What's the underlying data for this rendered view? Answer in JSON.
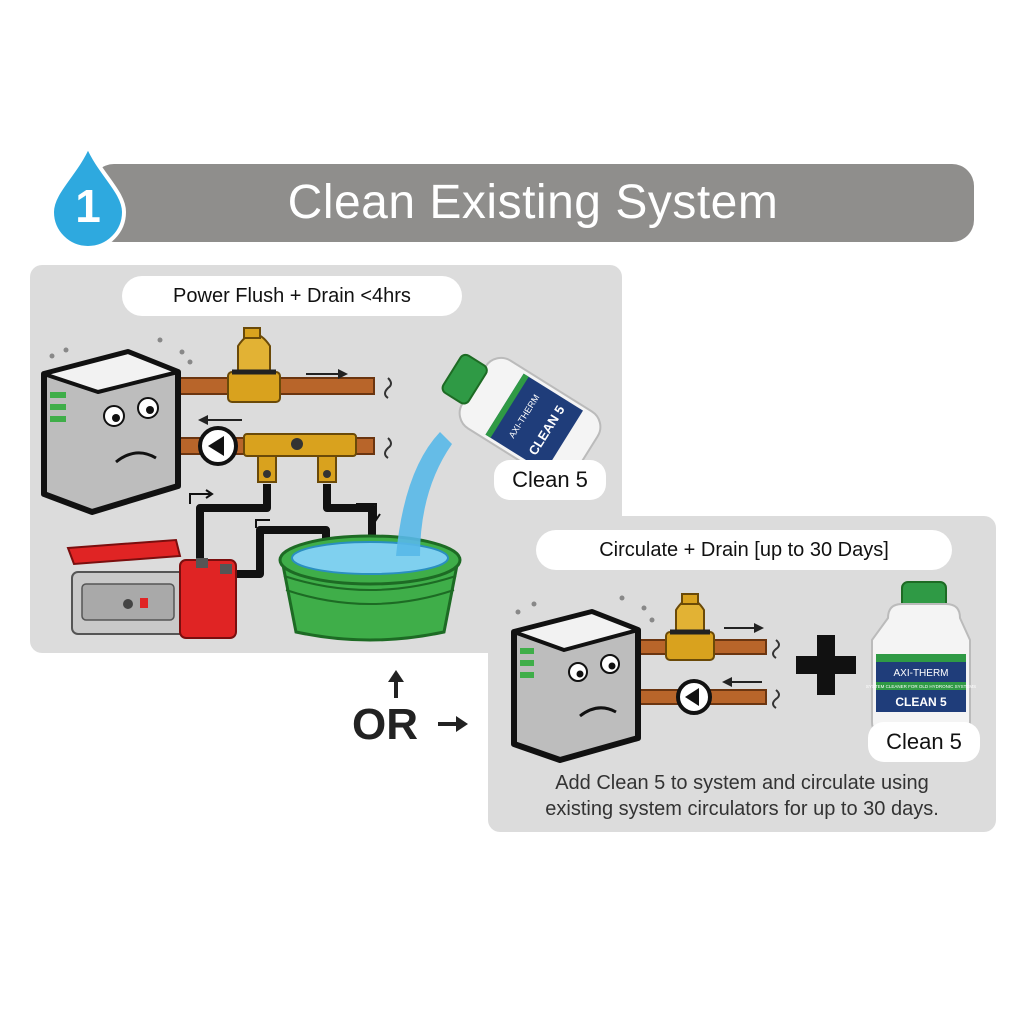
{
  "header": {
    "step_number": "1",
    "title": "Clean Existing System"
  },
  "option_a": {
    "title": "Power Flush + Drain <4hrs",
    "product_label": "Clean 5"
  },
  "connector": {
    "label": "OR"
  },
  "option_b": {
    "title": "Circulate + Drain [up to 30 Days]",
    "product_label": "Clean 5",
    "description_line1": "Add Clean 5 to system and circulate using",
    "description_line2": "existing system circulators for up to 30 days."
  },
  "product_bottle": {
    "brand": "AXI-THERM",
    "name": "CLEAN 5",
    "subtitle": "SYSTEM CLEANER FOR OLD HYDRONIC SYSTEMS"
  },
  "colors": {
    "header_gray": "#8f8e8c",
    "panel_gray": "#dcdcdc",
    "drop_blue": "#2ea9df",
    "copper": "#b8652a",
    "brass": "#d9a21e",
    "pump_red": "#e02424",
    "bucket_green": "#3fae49",
    "water_blue": "#58b8e8",
    "bottle_green": "#2f9a45",
    "bottle_navy": "#1f3d7a"
  }
}
